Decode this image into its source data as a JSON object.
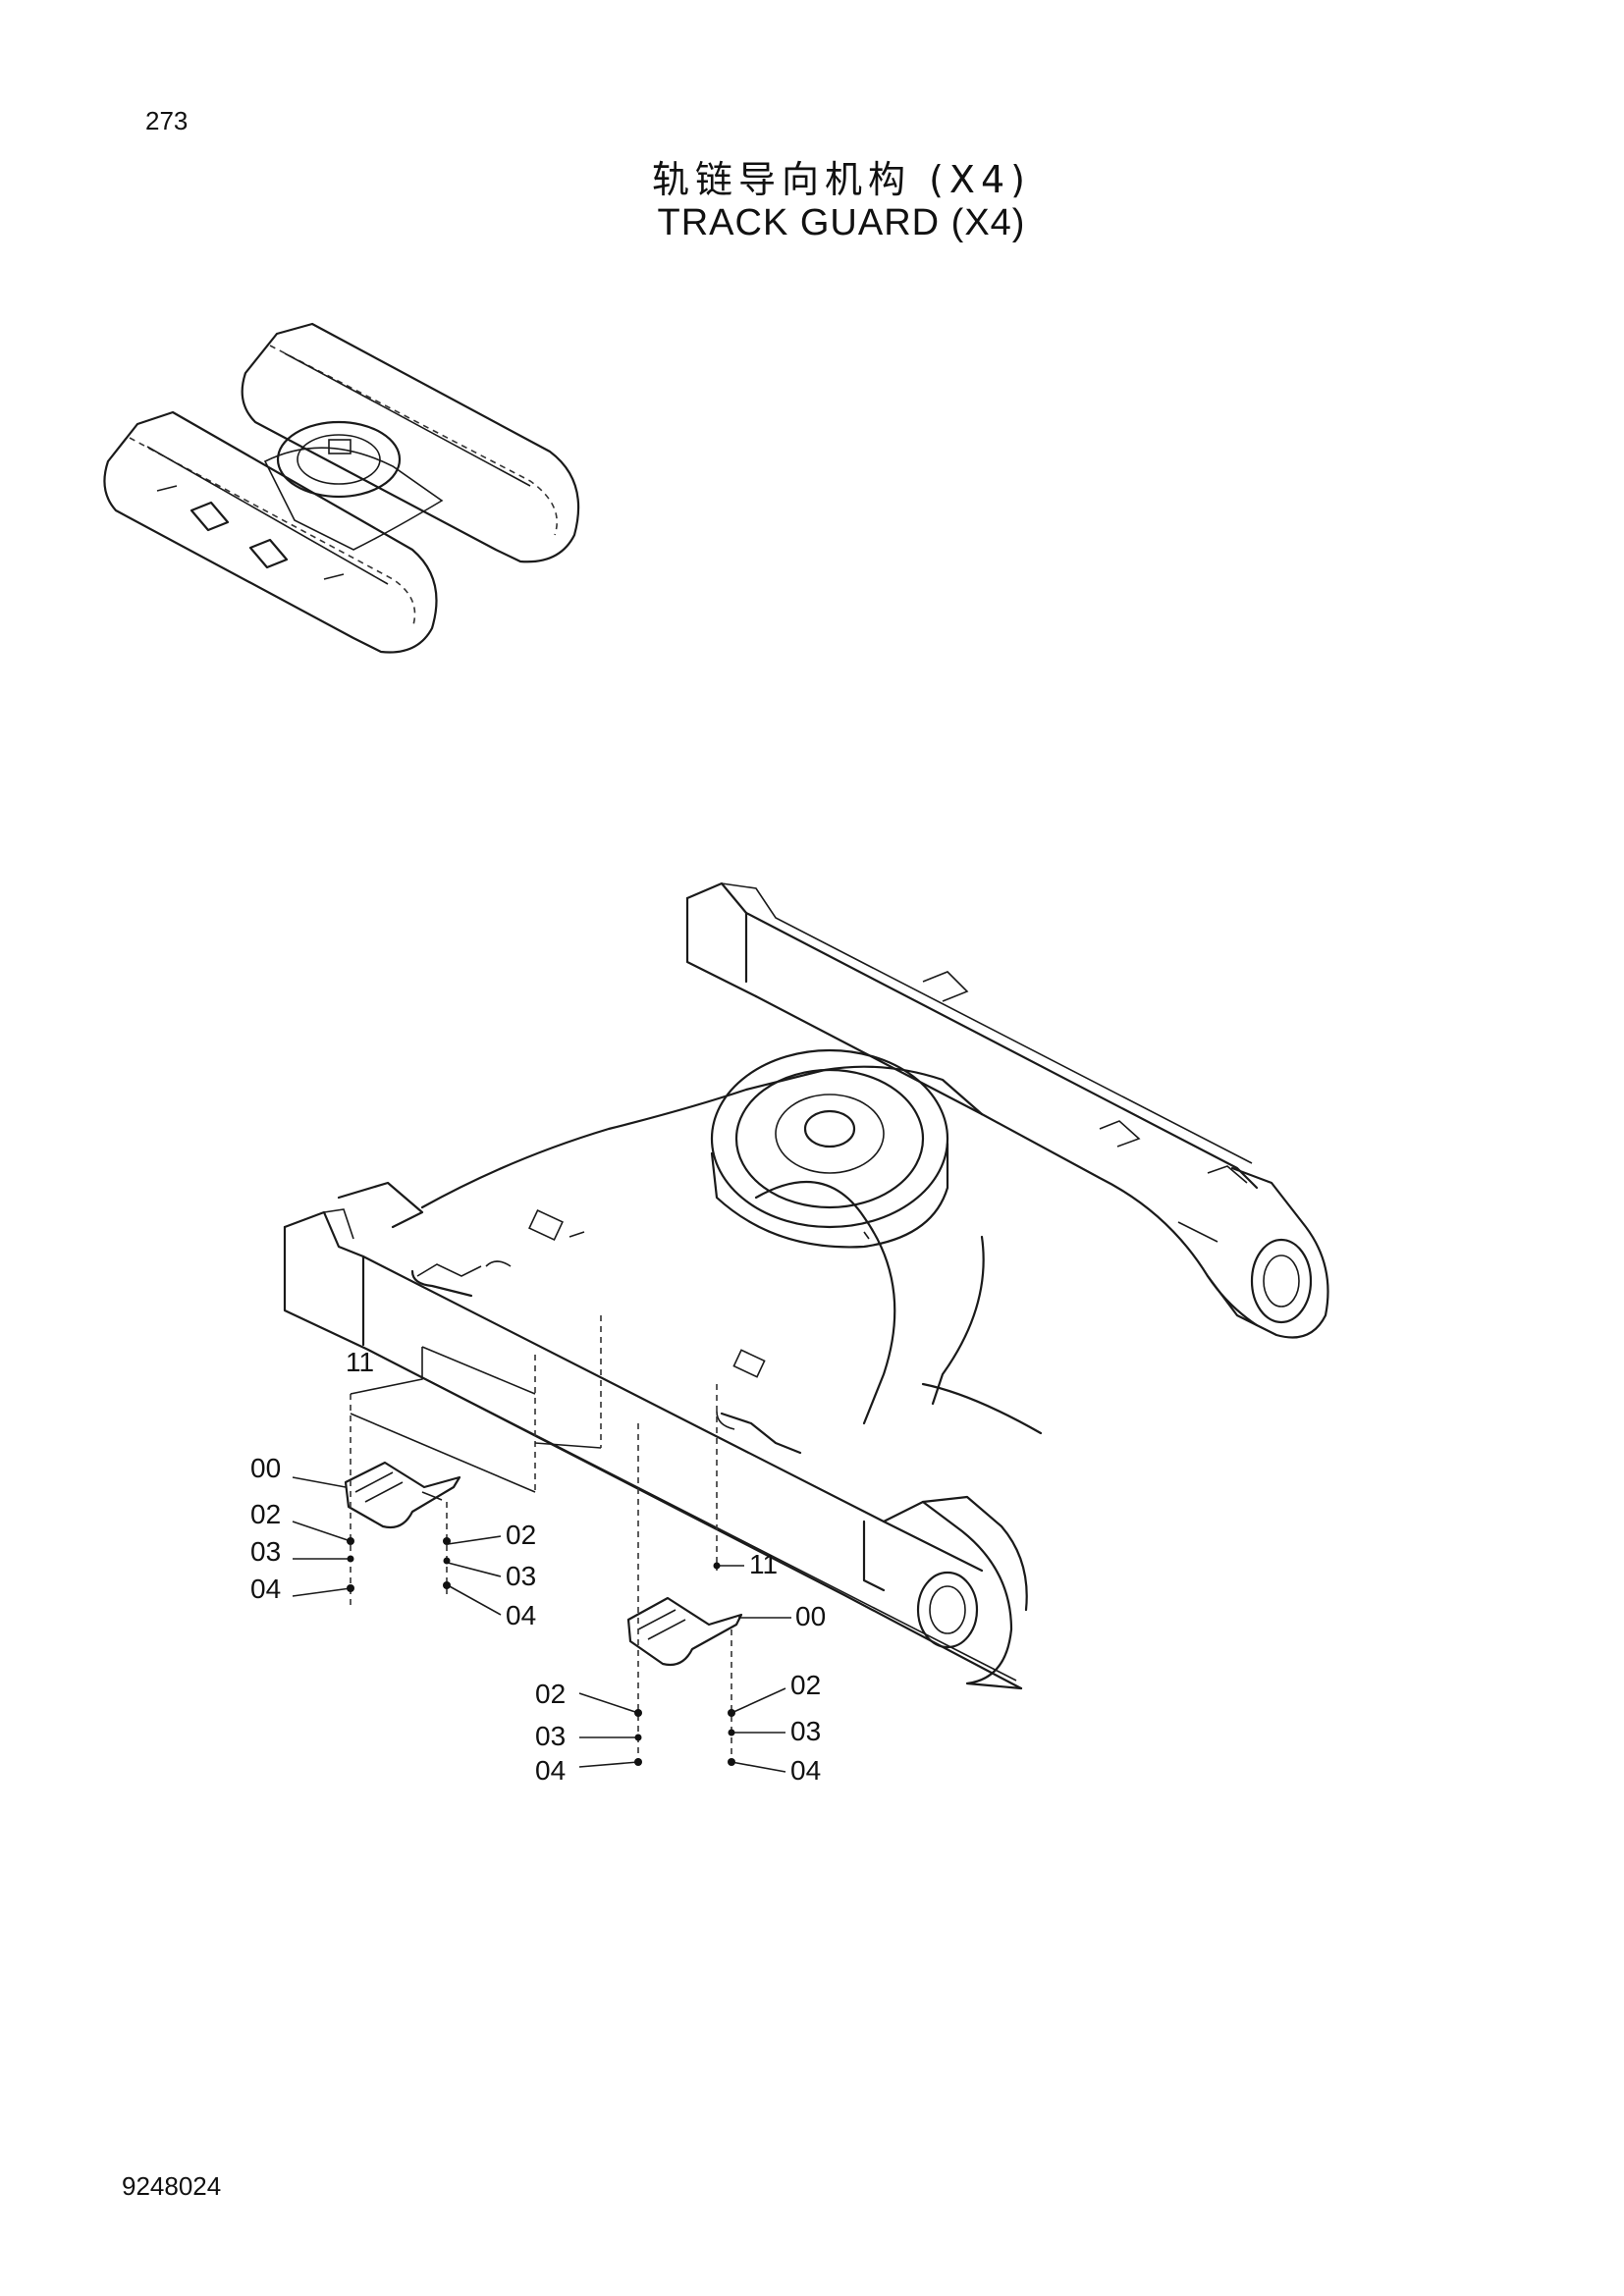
{
  "header": {
    "page_number": "273",
    "title_cn": "轨链导向机构 (X4)",
    "title_en": "TRACK GUARD (X4)"
  },
  "callouts": [
    {
      "id": "c-11-a",
      "text": "11"
    },
    {
      "id": "c-00-a",
      "text": "00"
    },
    {
      "id": "c-02-a",
      "text": "02"
    },
    {
      "id": "c-03-a",
      "text": "03"
    },
    {
      "id": "c-04-a",
      "text": "04"
    },
    {
      "id": "c-02-b",
      "text": "02"
    },
    {
      "id": "c-03-b",
      "text": "03"
    },
    {
      "id": "c-04-b",
      "text": "04"
    },
    {
      "id": "c-11-b",
      "text": "11"
    },
    {
      "id": "c-00-b",
      "text": "00"
    },
    {
      "id": "c-02-c",
      "text": "02"
    },
    {
      "id": "c-03-c",
      "text": "03"
    },
    {
      "id": "c-04-c",
      "text": "04"
    },
    {
      "id": "c-02-d",
      "text": "02"
    },
    {
      "id": "c-03-d",
      "text": "03"
    },
    {
      "id": "c-04-d",
      "text": "04"
    }
  ],
  "footer": {
    "doc_number": "9248024"
  }
}
